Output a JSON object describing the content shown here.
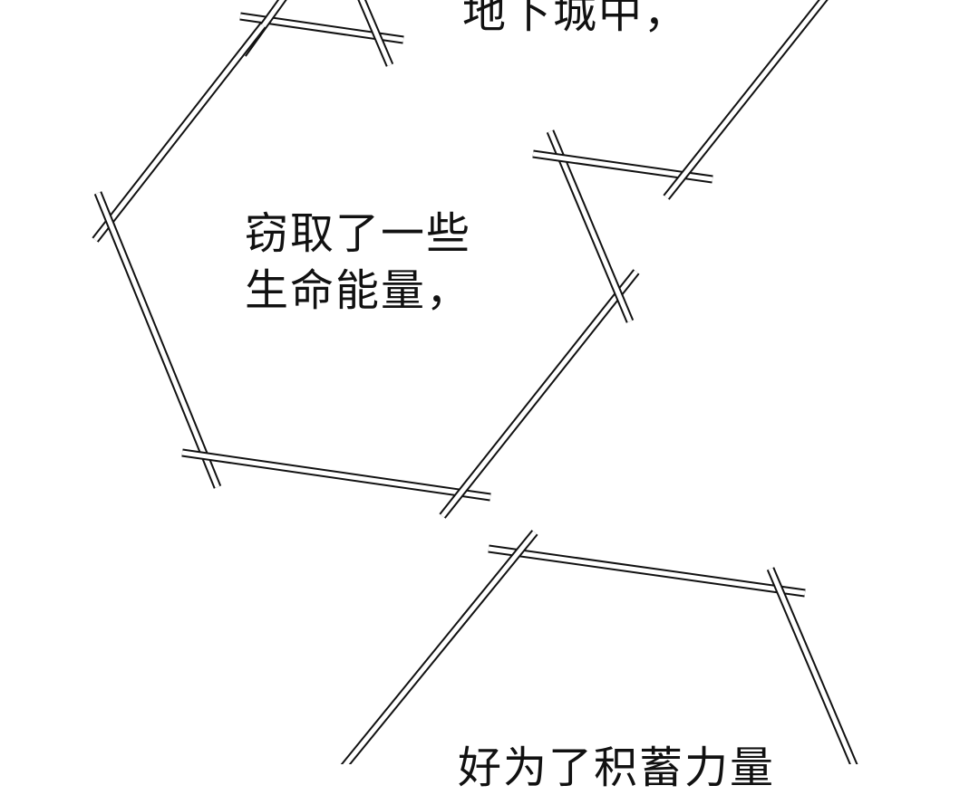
{
  "panel": {
    "background": "#ffffff",
    "frame_stroke_color": "#111111",
    "frame_fill_color": "#ffffff"
  },
  "captions": {
    "top": "地下城中，",
    "middle_line1": "窃取了一些",
    "middle_line2": "生命能量，",
    "bottom_partial": "好为了积蓄力量"
  }
}
